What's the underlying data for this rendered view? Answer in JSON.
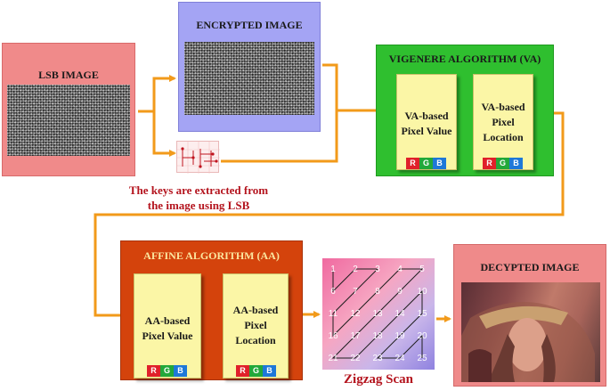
{
  "lsb_image": {
    "title": "LSB IMAGE"
  },
  "encrypted_image": {
    "title": "ENCRYPTED IMAGE"
  },
  "keys_caption": {
    "line1": "The keys are extracted from",
    "line2": "the image using LSB"
  },
  "vigenere": {
    "title": "VIGENERE ALGORITHM (VA)",
    "card1": {
      "line1": "VA-based",
      "line2": "Pixel Value"
    },
    "card2": {
      "line1": "VA-based",
      "line2": "Pixel",
      "line3": "Location"
    }
  },
  "affine": {
    "title": "AFFINE ALGORITHM (AA)",
    "card1": {
      "line1": "AA-based",
      "line2": "Pixel Value"
    },
    "card2": {
      "line1": "AA-based",
      "line2": "Pixel",
      "line3": "Location"
    }
  },
  "rgb": {
    "r": "R",
    "g": "G",
    "b": "B"
  },
  "zigzag": {
    "caption": "Zigzag Scan",
    "numbers": [
      "1",
      "2",
      "3",
      "4",
      "5",
      "6",
      "7",
      "8",
      "9",
      "10",
      "11",
      "12",
      "13",
      "14",
      "15",
      "16",
      "17",
      "18",
      "19",
      "20",
      "21",
      "22",
      "23",
      "24",
      "25"
    ]
  },
  "decrypted_image": {
    "title": "DECYPTED IMAGE"
  },
  "colors": {
    "lsb_bg": "#f08a8a",
    "encrypted_bg": "#a4a4f4",
    "vigenere_bg": "#2fbf2f",
    "affine_bg": "#d4430c",
    "decrypted_bg": "#ef8a8a",
    "arrow": "#f29a1a",
    "caption_red": "#b4141e"
  }
}
